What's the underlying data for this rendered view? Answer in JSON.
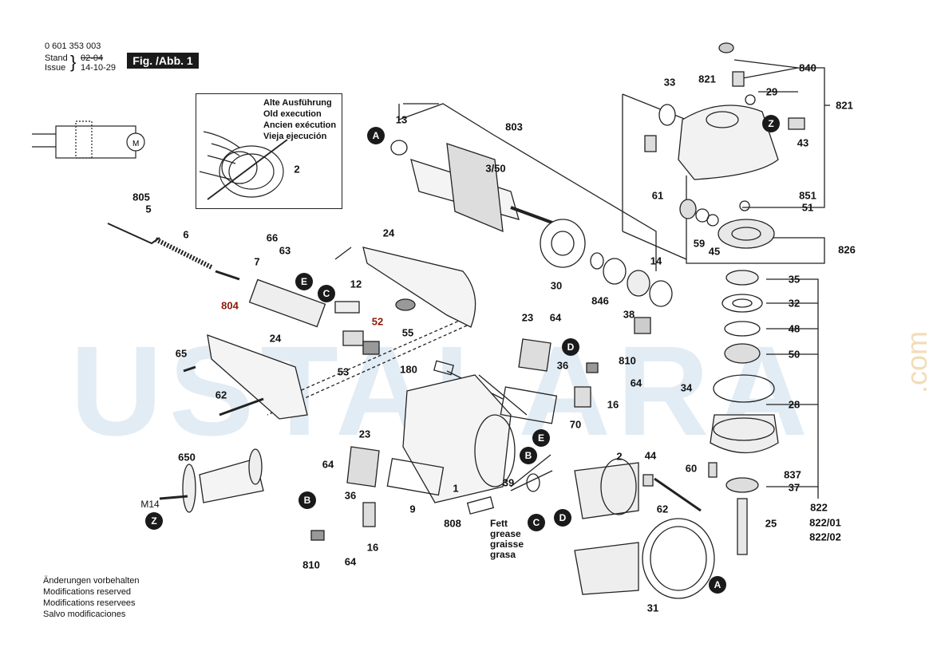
{
  "header": {
    "part_number": "0 601 353 003",
    "stand_label": "Stand",
    "issue_label": "Issue",
    "stand_value": "02-04",
    "issue_value": "14-10-29",
    "figure": "Fig. /Abb. 1"
  },
  "old_version": {
    "lines": [
      "Alte Ausführung",
      "Old execution",
      "Ancien exécution",
      "Vieja ejecución"
    ],
    "part": "2"
  },
  "footer": {
    "lines": [
      "Änderungen vorbehalten",
      "Modifications reserved",
      "Modifications reservees",
      "Salvo modificaciones"
    ]
  },
  "grease": [
    "Fett",
    "grease",
    "graisse",
    "grasa"
  ],
  "watermark": {
    "text": "USTALARA",
    "suffix": ".com"
  },
  "colors": {
    "highlight_label": "#8b1a0a",
    "badge": "#1a1a1a"
  },
  "parts": [
    {
      "id": "13"
    },
    {
      "id": "803"
    },
    {
      "id": "3/50"
    },
    {
      "id": "33"
    },
    {
      "id": "840"
    },
    {
      "id": "821a",
      "text": "821"
    },
    {
      "id": "29"
    },
    {
      "id": "821b",
      "text": "821"
    },
    {
      "id": "43"
    },
    {
      "id": "61"
    },
    {
      "id": "851"
    },
    {
      "id": "51"
    },
    {
      "id": "59"
    },
    {
      "id": "45"
    },
    {
      "id": "826"
    },
    {
      "id": "805"
    },
    {
      "id": "5"
    },
    {
      "id": "6"
    },
    {
      "id": "66"
    },
    {
      "id": "63"
    },
    {
      "id": "7"
    },
    {
      "id": "24a",
      "text": "24"
    },
    {
      "id": "12"
    },
    {
      "id": "804"
    },
    {
      "id": "52"
    },
    {
      "id": "55"
    },
    {
      "id": "53"
    },
    {
      "id": "30"
    },
    {
      "id": "846"
    },
    {
      "id": "38"
    },
    {
      "id": "14"
    },
    {
      "id": "35"
    },
    {
      "id": "32"
    },
    {
      "id": "48"
    },
    {
      "id": "50"
    },
    {
      "id": "34"
    },
    {
      "id": "28"
    },
    {
      "id": "60"
    },
    {
      "id": "837"
    },
    {
      "id": "37"
    },
    {
      "id": "822"
    },
    {
      "id": "822/01"
    },
    {
      "id": "822/02"
    },
    {
      "id": "25"
    },
    {
      "id": "65"
    },
    {
      "id": "24b",
      "text": "24"
    },
    {
      "id": "62a",
      "text": "62"
    },
    {
      "id": "23a",
      "text": "23"
    },
    {
      "id": "64a",
      "text": "64"
    },
    {
      "id": "810a",
      "text": "810"
    },
    {
      "id": "36a",
      "text": "36"
    },
    {
      "id": "64b",
      "text": "64"
    },
    {
      "id": "16a",
      "text": "16"
    },
    {
      "id": "180"
    },
    {
      "id": "70"
    },
    {
      "id": "2b",
      "text": "2"
    },
    {
      "id": "44"
    },
    {
      "id": "62b",
      "text": "62"
    },
    {
      "id": "650"
    },
    {
      "id": "M14"
    },
    {
      "id": "23b",
      "text": "23"
    },
    {
      "id": "64c",
      "text": "64"
    },
    {
      "id": "1"
    },
    {
      "id": "9"
    },
    {
      "id": "39"
    },
    {
      "id": "808"
    },
    {
      "id": "36b",
      "text": "36"
    },
    {
      "id": "64d",
      "text": "64"
    },
    {
      "id": "16b",
      "text": "16"
    },
    {
      "id": "810b",
      "text": "810"
    },
    {
      "id": "31"
    }
  ],
  "markers": [
    "A",
    "Z",
    "E",
    "C",
    "D",
    "E",
    "B",
    "B",
    "C",
    "D",
    "Z",
    "A"
  ]
}
